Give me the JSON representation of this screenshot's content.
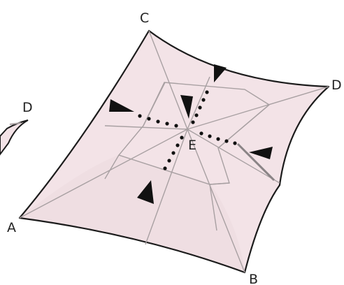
{
  "diagram": {
    "labels": {
      "A": "A",
      "B": "B",
      "C": "C",
      "D_left": "D",
      "D_right": "D",
      "E": "E"
    },
    "colors": {
      "fill": "#f3e3e7",
      "fill_shade": "#ead7dc",
      "outline": "#1c1c1c",
      "crease": "#a8a0a2",
      "arrow": "#111111"
    }
  }
}
